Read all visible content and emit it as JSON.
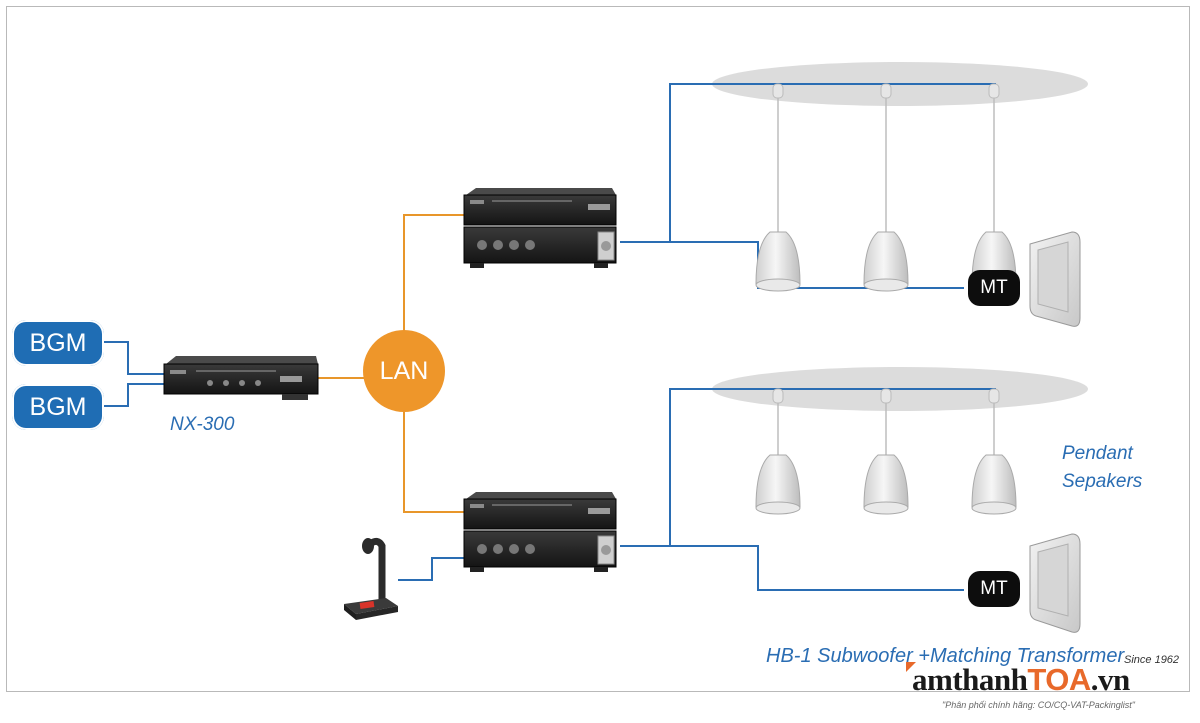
{
  "sources": [
    {
      "label": "BGM"
    },
    {
      "label": "BGM"
    }
  ],
  "hub": {
    "label": "LAN"
  },
  "controller": {
    "label": "NX-300"
  },
  "transformers": [
    {
      "label": "MT"
    },
    {
      "label": "MT"
    }
  ],
  "pendant_label": {
    "line1": "Pendant",
    "line2": "Sepakers"
  },
  "subwoofer_label": "HB-1 Subwoofer +Matching Transformer",
  "logo": {
    "prefix": "amthanh",
    "brand": "TOA",
    "suffix": ".vn",
    "since": "Since 1962",
    "tagline": "\"Phân phối chính hãng: CO/CQ-VAT-Packinglist\""
  },
  "colors": {
    "blue_line": "#2a6db3",
    "orange_line": "#e8962a",
    "pill": "#1f6db4",
    "lan": "#ee962a"
  }
}
